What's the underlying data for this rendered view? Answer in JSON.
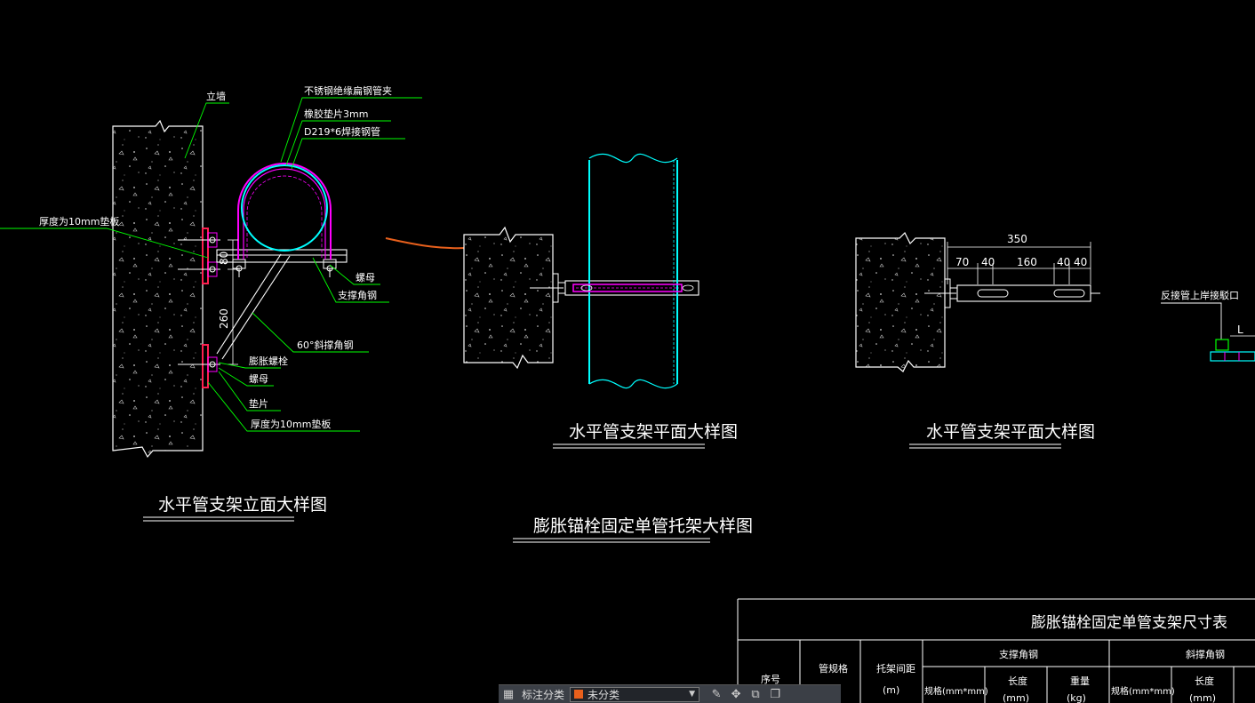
{
  "elevation_view": {
    "labels": {
      "wall": "立墙",
      "clamp": "不锈钢绝缘扁钢管夹",
      "rubber_pad": "橡胶垫片3mm",
      "pipe": "D219*6焊接钢管",
      "plate_top": "厚度为10mm垫板",
      "nut_right": "螺母",
      "support_angle": "支撑角钢",
      "diagonal_angle": "60°斜撑角钢",
      "expansion_bolt": "膨胀螺栓",
      "nut_bottom": "螺母",
      "washer": "垫片",
      "plate_bottom": "厚度为10mm垫板"
    },
    "dims": {
      "d80": "80",
      "d260": "260"
    },
    "title": "水平管支架立面大样图"
  },
  "plan_view_1": {
    "title": "水平管支架平面大样图"
  },
  "plan_view_2": {
    "title": "水平管支架平面大样图",
    "dims": {
      "total": "350",
      "a": "70",
      "b": "40",
      "c": "160",
      "d": "40",
      "e": "40"
    }
  },
  "main_title": "膨胀锚栓固定单管托架大样图",
  "right_fragment": {
    "label": "反接管上岸接駁口",
    "dim_L": "L"
  },
  "table": {
    "title": "膨胀锚栓固定单管支架尺寸表",
    "headers": {
      "index": "序号",
      "pipe_spec": "管规格",
      "spacing": "托架间距",
      "spacing_unit": "(m)",
      "support_group": "支撑角钢",
      "diagonal_group": "斜撑角钢",
      "spec1": "规格(mm*mm)",
      "length1": "长度",
      "length1_unit": "(mm)",
      "weight1": "重量",
      "weight1_unit": "(kg)",
      "spec2": "规格(mm*mm)",
      "length2": "长度",
      "length2_unit": "(mm)"
    }
  },
  "toolbar": {
    "label": "标注分类",
    "selected": "未分类",
    "swatch_color": "#e8601c"
  },
  "colors": {
    "green": "#00ff00",
    "magenta": "#ff00ff",
    "cyan": "#00ffff",
    "orange": "#e8601c",
    "red": "#ff2050"
  }
}
